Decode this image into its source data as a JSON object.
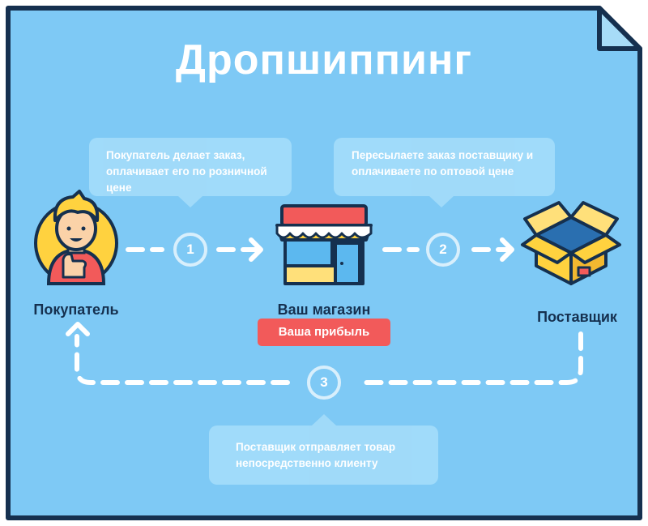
{
  "title": "Дропшиппинг",
  "actors": {
    "buyer": "Покупатель",
    "shop": "Ваш магазин",
    "supplier": "Поставщик"
  },
  "profit_badge": "Ваша прибыль",
  "steps": [
    {
      "num": "1",
      "text": "Покупатель делает заказ, оплачивает его по розничной цене"
    },
    {
      "num": "2",
      "text": "Пересылаете заказ  поставщику и оплачиваете по оптовой цене"
    },
    {
      "num": "3",
      "text": "Поставщик отправляет товар непосредственно клиенту"
    }
  ],
  "colors": {
    "background": "#7ec9f5",
    "border": "#15304f",
    "profit": "#f25a5a"
  }
}
